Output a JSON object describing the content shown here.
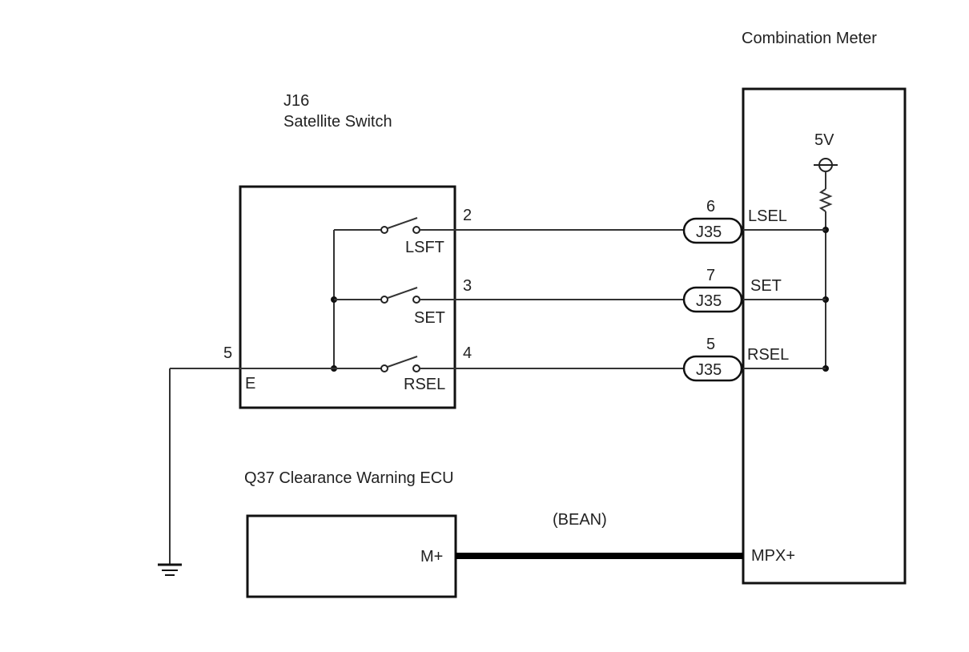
{
  "components": {
    "combination_meter": {
      "title": "Combination Meter",
      "supply": "5V"
    },
    "satellite_switch": {
      "code": "J16",
      "title": "Satellite Switch",
      "ground_pin": "5",
      "ground_label": "E",
      "switches": [
        {
          "label": "LSFT",
          "pin": "2"
        },
        {
          "label": "SET",
          "pin": "3"
        },
        {
          "label": "RSEL",
          "pin": "4"
        }
      ]
    },
    "clearance_ecu": {
      "title": "Q37 Clearance Warning ECU",
      "pin_label": "M+"
    }
  },
  "connectors": [
    {
      "label": "J35",
      "pin": "6",
      "meter_terminal": "LSEL"
    },
    {
      "label": "J35",
      "pin": "7",
      "meter_terminal": "SET"
    },
    {
      "label": "J35",
      "pin": "5",
      "meter_terminal": "RSEL"
    }
  ],
  "bus": {
    "label": "(BEAN)",
    "meter_terminal": "MPX+"
  }
}
